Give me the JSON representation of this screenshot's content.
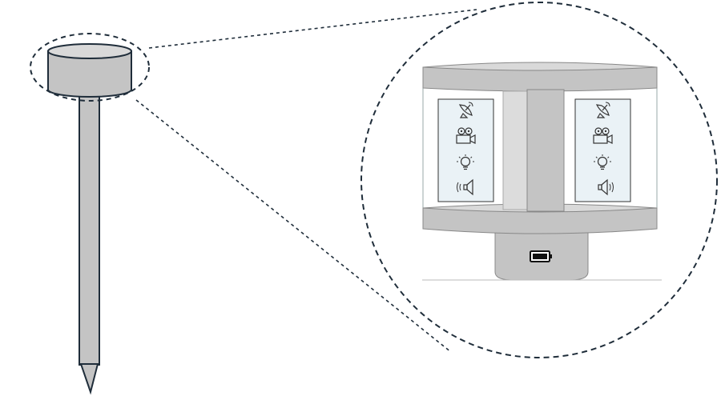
{
  "diagram": {
    "subject": "sensor-post",
    "device_panels": [
      {
        "side": "left",
        "icons": [
          "satellite-dish-icon",
          "video-camera-icon",
          "light-bulb-icon",
          "speaker-icon"
        ]
      },
      {
        "side": "right",
        "icons": [
          "satellite-dish-icon",
          "video-camera-icon",
          "light-bulb-icon",
          "speaker-icon"
        ]
      }
    ],
    "base_icon": "battery-icon",
    "colors": {
      "outline": "#1f2d3a",
      "body_grey": "#c4c4c4",
      "body_light": "#d9d9d9",
      "panel_fill": "#eaf2f6",
      "icon_stroke": "#333333"
    }
  }
}
